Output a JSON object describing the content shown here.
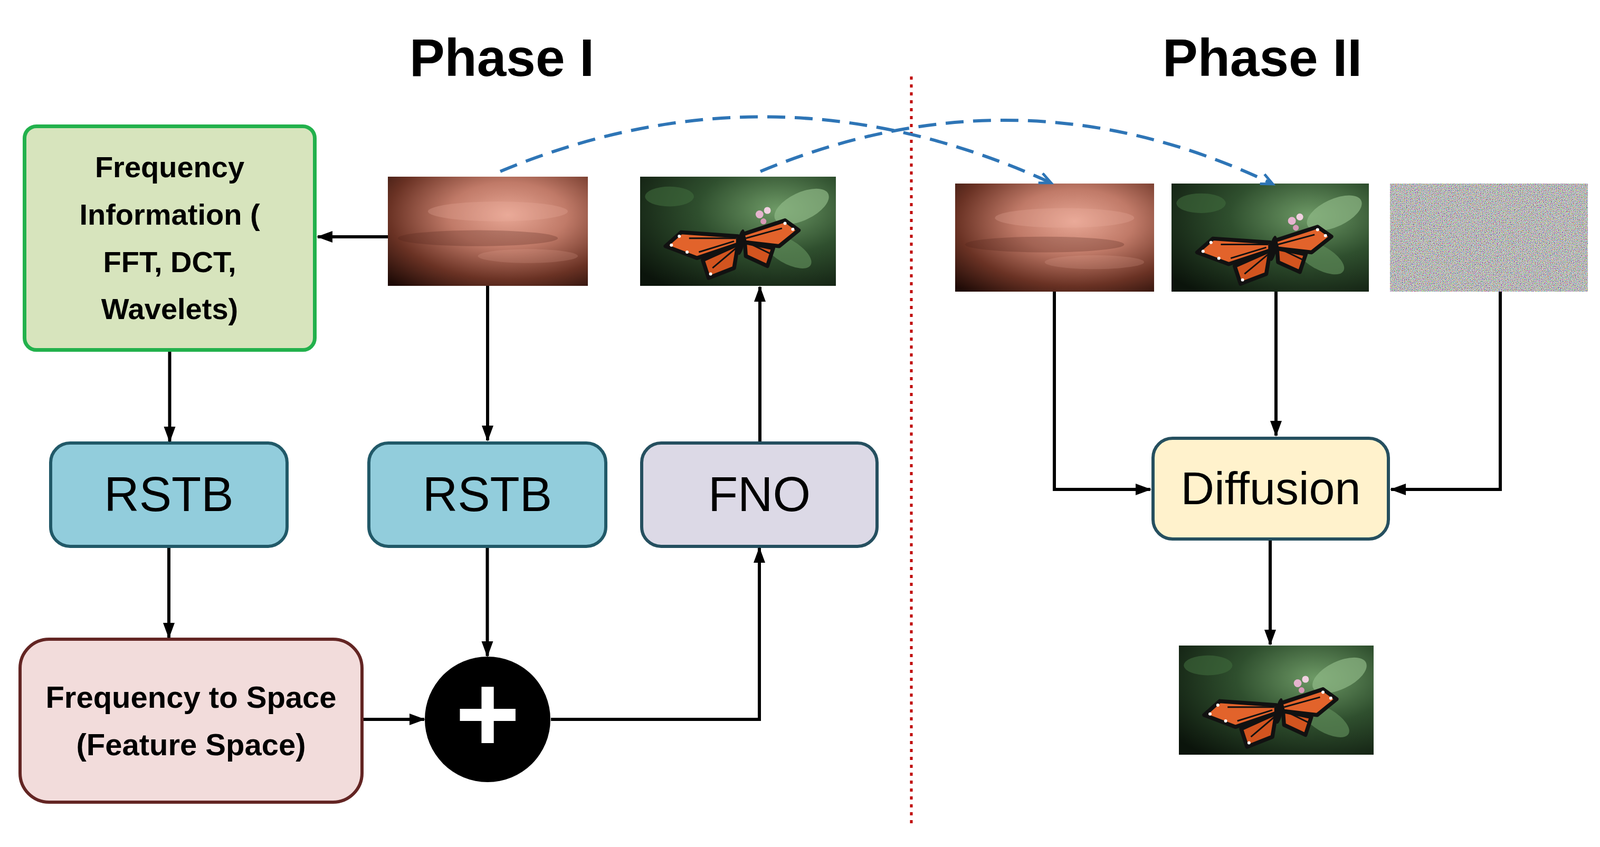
{
  "diagram": {
    "nodes": [
      {
        "text": [
          "Frequency Information ( FFT, DCT, Wavelets)"
        ]
      },
      {
        "text": [
          "RSTB"
        ]
      },
      {
        "text": [
          "RSTB"
        ]
      },
      {
        "text": [
          "FNO"
        ]
      },
      {
        "text": [
          "Frequency to Space (Feature Space)"
        ]
      },
      {
        "text": [
          "+"
        ]
      },
      {
        "text": [
          "Diffusion"
        ]
      }
    ],
    "edges": [
      {
        "from": 0,
        "to": 1,
        "arrow": "to"
      },
      {
        "from": 1,
        "to": 4,
        "arrow": "to"
      },
      {
        "from": 2,
        "to": 5,
        "arrow": "to"
      },
      {
        "from": 4,
        "to": 5,
        "arrow": "to"
      },
      {
        "from": 5,
        "to": 3,
        "arrow": "to"
      }
    ],
    "labels": [
      "Phase I",
      "Phase II"
    ]
  }
}
